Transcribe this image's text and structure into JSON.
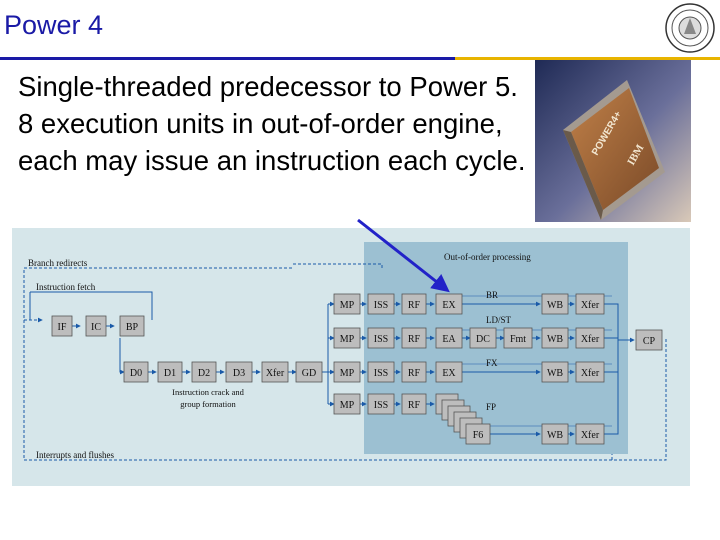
{
  "slide": {
    "title": "Power 4",
    "body": "Single-threaded predecessor to Power 5.  8 execution units in out-of-order engine, each may issue an instruction each cycle."
  },
  "chip": {
    "label_line1": "POWER4+",
    "label_line2": "IBM"
  },
  "diagram": {
    "labels": {
      "branch_redirects": "Branch redirects",
      "instruction_fetch": "Instruction fetch",
      "out_of_order": "Out-of-order processing",
      "crack_line1": "Instruction crack and",
      "crack_line2": "group formation",
      "interrupts": "Interrupts and flushes",
      "br": "BR",
      "ldst": "LD/ST",
      "fx": "FX",
      "fp": "FP"
    },
    "fetch": {
      "if": "IF",
      "ic": "IC",
      "bp": "BP"
    },
    "decode": {
      "d0": "D0",
      "d1": "D1",
      "d2": "D2",
      "d3": "D3",
      "xfer": "Xfer",
      "gd": "GD"
    },
    "pipes": {
      "mp": "MP",
      "iss": "ISS",
      "rf": "RF",
      "ex": "EX",
      "ea": "EA",
      "dc": "DC",
      "fmt": "Fmt",
      "f6": "F6",
      "wb": "WB",
      "xfer": "Xfer",
      "cp": "CP"
    }
  },
  "colors": {
    "title": "#1a1aa6",
    "rule_blue": "#1a1aa6",
    "rule_gold": "#e8b400",
    "diagram_bg": "#d6e6ea",
    "ooo_bg": "#9cc0d2",
    "box_fill": "#bdbdbd",
    "arrow": "#2222c8"
  }
}
